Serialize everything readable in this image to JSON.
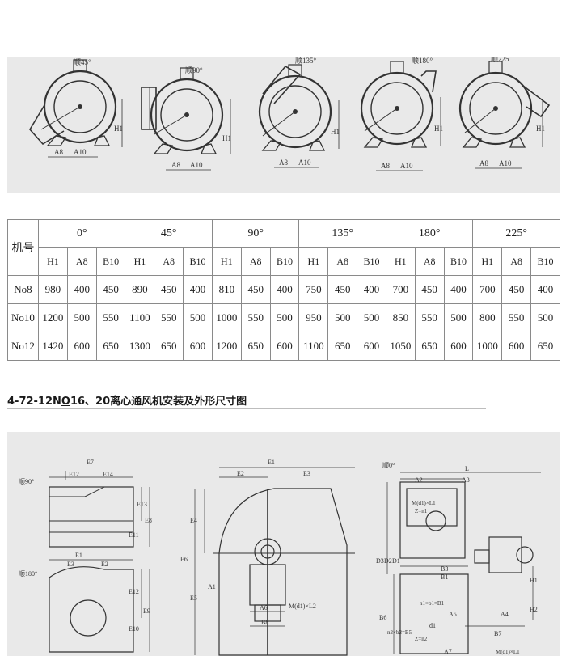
{
  "top_diagram": {
    "rotations": [
      "顺45°",
      "顺90°",
      "顺135°",
      "顺180°",
      "顺225"
    ],
    "dim_labels": {
      "h1": "H1",
      "a8": "A8",
      "a10": "A10"
    }
  },
  "table": {
    "model_header": "机号",
    "angle_headers": [
      "0°",
      "45°",
      "90°",
      "135°",
      "180°",
      "225°"
    ],
    "sub_headers": [
      "H1",
      "A8",
      "B10"
    ],
    "rows": [
      {
        "model": "No8",
        "values": [
          "980",
          "400",
          "450",
          "890",
          "450",
          "400",
          "810",
          "450",
          "400",
          "750",
          "450",
          "400",
          "700",
          "450",
          "400",
          "700",
          "450",
          "400"
        ]
      },
      {
        "model": "No10",
        "values": [
          "1200",
          "500",
          "550",
          "1100",
          "550",
          "500",
          "1000",
          "550",
          "500",
          "950",
          "500",
          "500",
          "850",
          "550",
          "500",
          "800",
          "550",
          "500"
        ]
      },
      {
        "model": "No12",
        "values": [
          "1420",
          "600",
          "650",
          "1300",
          "650",
          "600",
          "1200",
          "650",
          "600",
          "1100",
          "650",
          "600",
          "1050",
          "650",
          "600",
          "1000",
          "600",
          "650"
        ]
      }
    ]
  },
  "section_title": {
    "prefix": "4-72-12N",
    "underlined": "O",
    "suffix": "16、20离心通风机安装及外形尺寸图"
  },
  "bottom_diagram": {
    "left_rotation_top": "顺90°",
    "left_rotation_bottom": "顺180°",
    "right_rotation": "顺0°",
    "left_labels": [
      "E7",
      "E12",
      "E14",
      "E13",
      "E8",
      "E11",
      "E1",
      "E3",
      "E2",
      "E12",
      "E9",
      "E10"
    ],
    "middle_labels": [
      "E1",
      "E2",
      "E3",
      "E4",
      "E6",
      "E5",
      "A1",
      "A6",
      "M(d1)×L2",
      "B8"
    ],
    "right_labels": [
      "L",
      "A2",
      "A3",
      "M(d1)×L1",
      "Z=n1",
      "D3",
      "D2",
      "D1",
      "B3",
      "B1",
      "n1×b1=B1",
      "H1",
      "H2",
      "B6",
      "n2×b2=B5",
      "d1",
      "Z=n2",
      "A5",
      "A4",
      "B7",
      "A7",
      "M(d1)×L1"
    ]
  },
  "colors": {
    "panel": "#e9e9e9",
    "line": "#333333",
    "table_border": "#8a8a8a"
  }
}
